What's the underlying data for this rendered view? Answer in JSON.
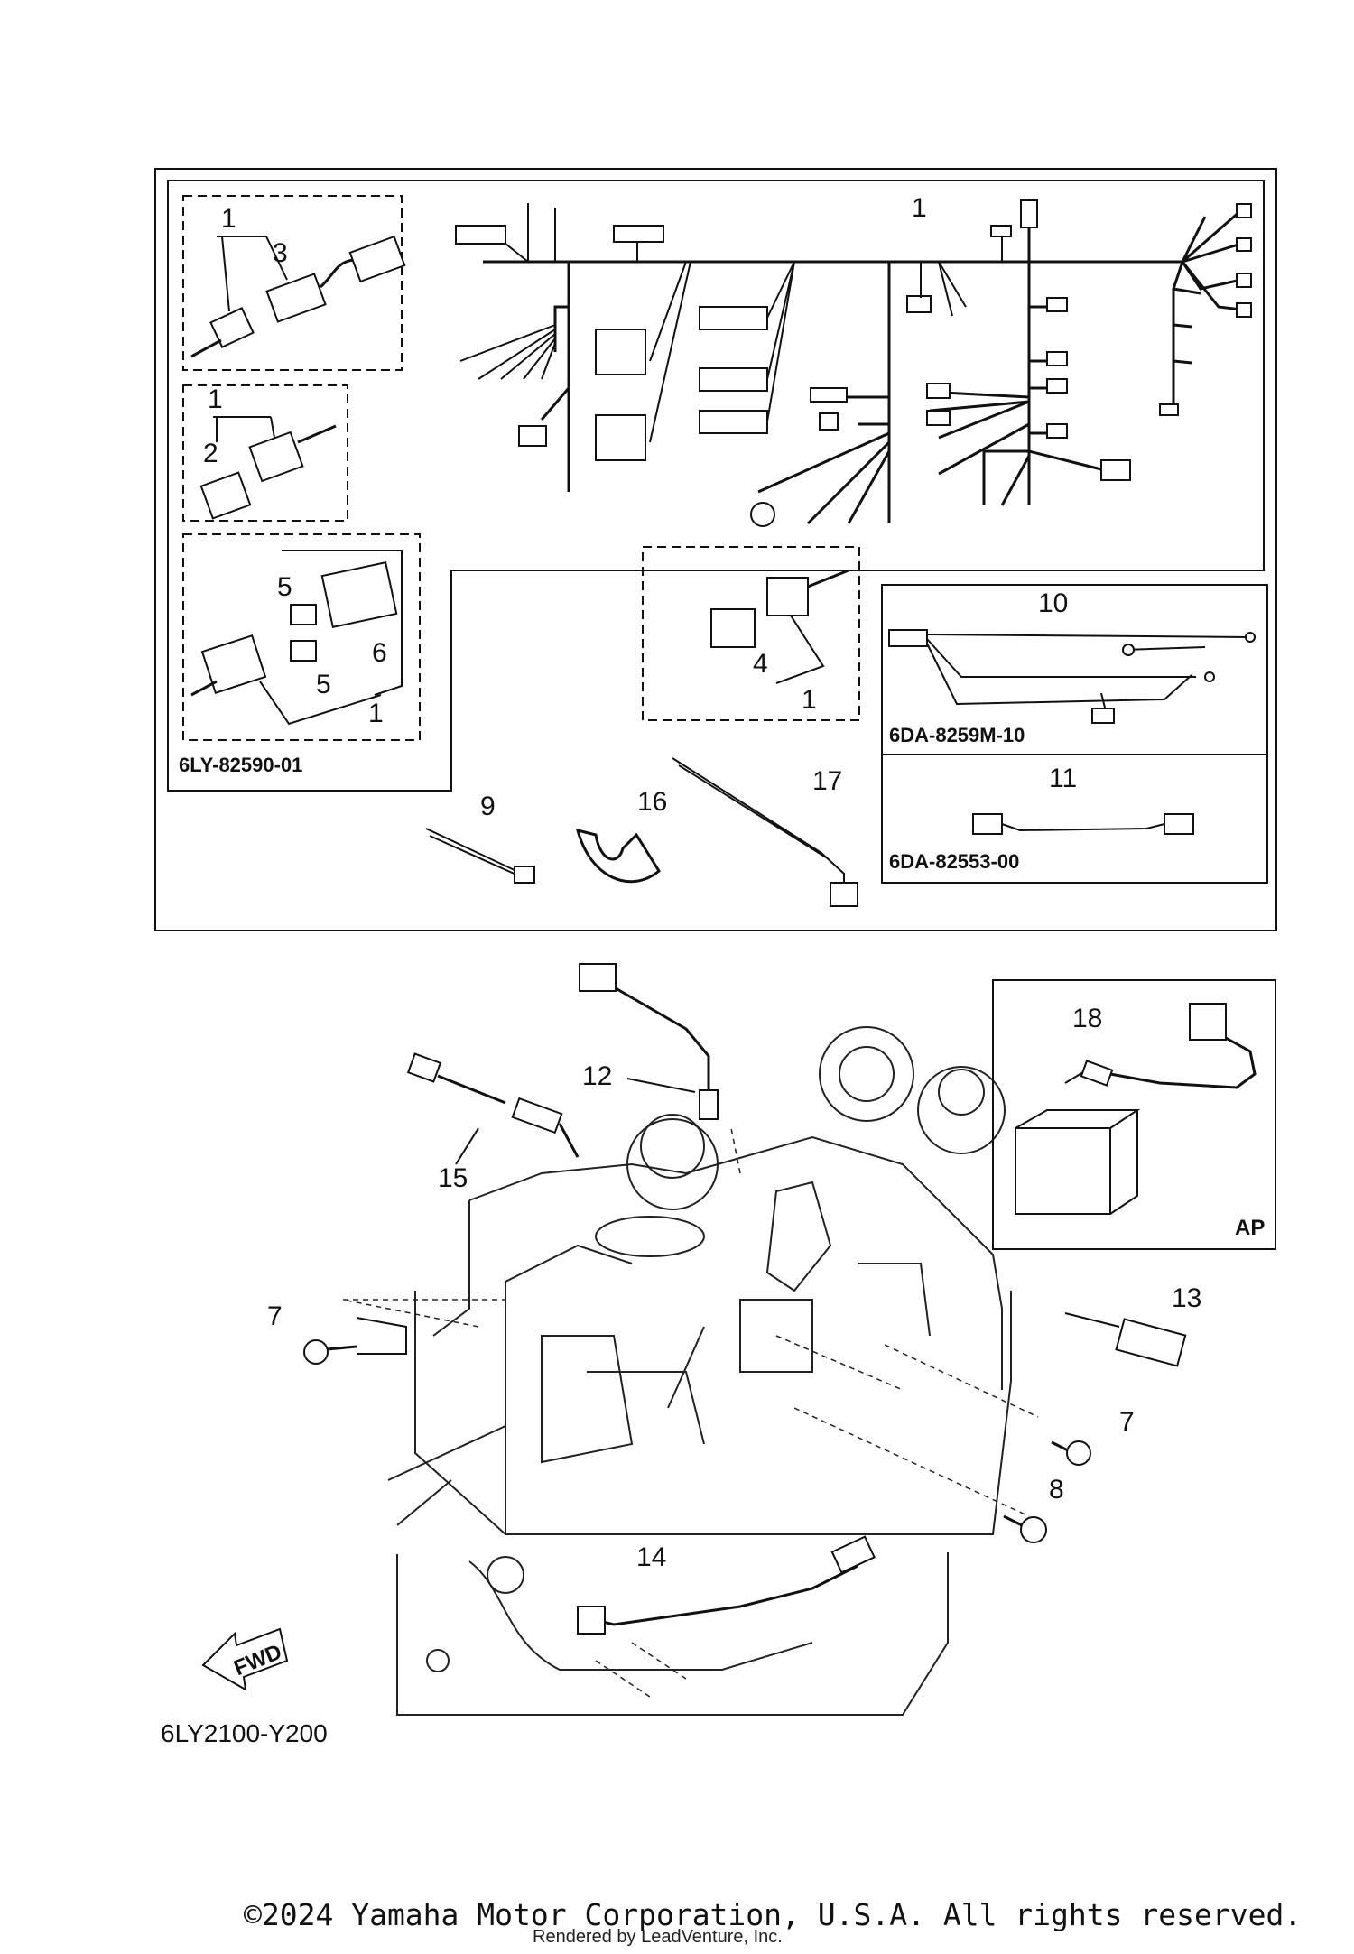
{
  "diagram": {
    "diagram_code": "6LY2100-Y200",
    "kit_codes": {
      "main_harness": "6LY-82590-01",
      "kit_10": "6DA-8259M-10",
      "kit_11": "6DA-82553-00"
    },
    "ap_label": "AP",
    "fwd_label": "FWD",
    "callouts": {
      "c1_a": "1",
      "c3": "3",
      "c1_b": "1",
      "c2": "2",
      "c5_a": "5",
      "c6": "6",
      "c5_b": "5",
      "c1_c": "1",
      "c1_main": "1",
      "c4": "4",
      "c1_d": "1",
      "c10": "10",
      "c11": "11",
      "c9": "9",
      "c16": "16",
      "c17": "17",
      "c12": "12",
      "c15": "15",
      "c18": "18",
      "c7_a": "7",
      "c13": "13",
      "c7_b": "7",
      "c8": "8",
      "c14": "14"
    }
  },
  "footer": {
    "copyright": "©2024 Yamaha Motor Corporation, U.S.A. All rights reserved.",
    "rendered_by": "Rendered by LeadVenture, Inc."
  }
}
